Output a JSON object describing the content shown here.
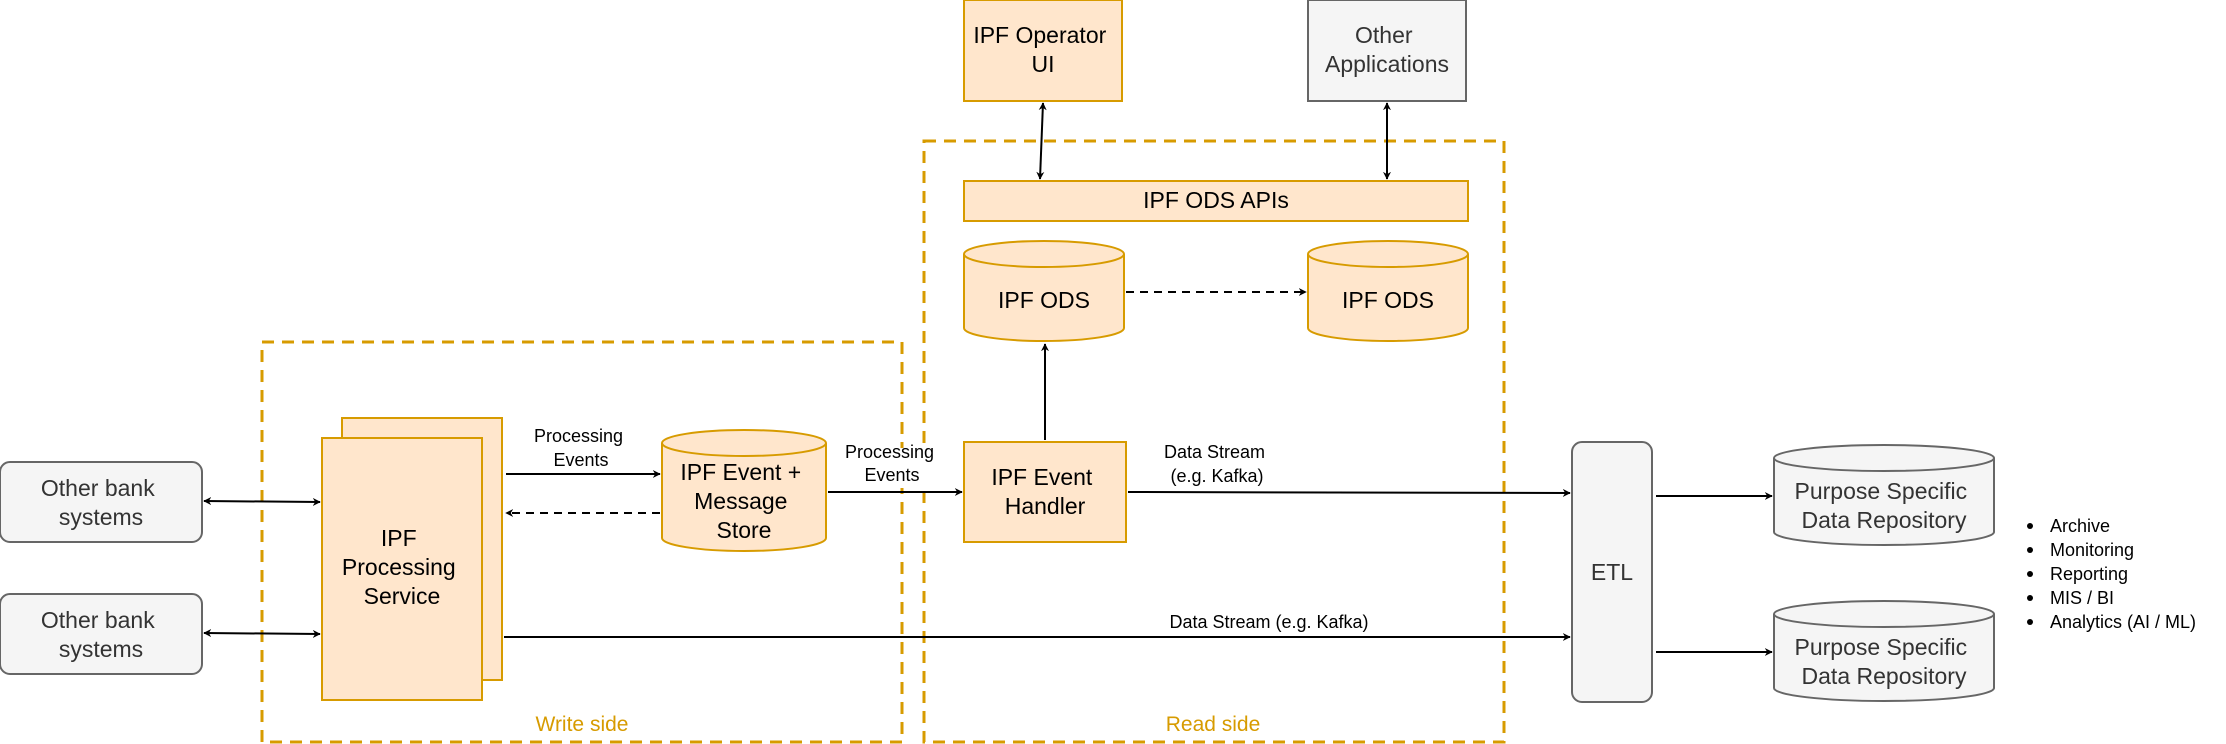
{
  "colors": {
    "accent_fill": "#ffe6cc",
    "accent_stroke": "#d79b00",
    "neutral_fill": "#f5f5f5",
    "neutral_stroke": "#666666",
    "line": "#000000"
  },
  "regions": {
    "write_side": "Write side",
    "read_side": "Read side"
  },
  "nodes": {
    "other_bank_1": [
      "Other bank",
      "systems"
    ],
    "other_bank_2": [
      "Other bank",
      "systems"
    ],
    "processing_service": [
      "IPF",
      "Processing",
      "Service"
    ],
    "event_store": [
      "IPF Event +",
      "Message",
      "Store"
    ],
    "event_handler": [
      "IPF Event",
      "Handler"
    ],
    "operator_ui": [
      "IPF Operator",
      "UI"
    ],
    "other_apps": [
      "Other",
      "Applications"
    ],
    "ods_apis": "IPF ODS APIs",
    "ods_1": "IPF ODS",
    "ods_2": "IPF ODS",
    "etl": "ETL",
    "repo_1": [
      "Purpose Specific",
      "Data Repository"
    ],
    "repo_2": [
      "Purpose Specific",
      "Data Repository"
    ]
  },
  "edge_labels": {
    "processing_events_1": [
      "Processing",
      "Events"
    ],
    "processing_events_2": [
      "Processing",
      "Events"
    ],
    "data_stream_1": [
      "Data Stream",
      "(e.g. Kafka)"
    ],
    "data_stream_2": "Data Stream (e.g. Kafka)"
  },
  "uses": [
    "Archive",
    "Monitoring",
    "Reporting",
    "MIS / BI",
    "Analytics (AI / ML)"
  ]
}
